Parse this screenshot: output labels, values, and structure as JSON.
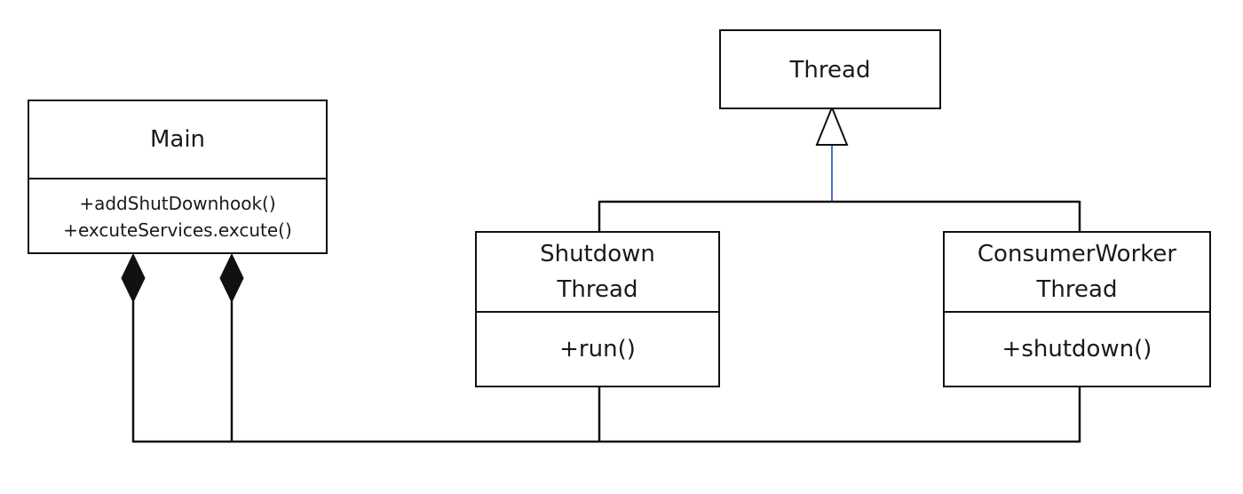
{
  "classes": {
    "thread": {
      "name": "Thread"
    },
    "main": {
      "name": "Main",
      "methods": [
        "+addShutDownhook()",
        "+excuteServices.excute()"
      ]
    },
    "shutdown_thread": {
      "name_lines": [
        "Shutdown",
        "Thread"
      ],
      "methods": [
        "+run()"
      ]
    },
    "consumer_worker_thread": {
      "name_lines": [
        "ConsumerWorker",
        "Thread"
      ],
      "methods": [
        "+shutdown()"
      ]
    }
  },
  "relationships": [
    {
      "type": "generalization",
      "from": "Shutdown Thread",
      "to": "Thread"
    },
    {
      "type": "generalization",
      "from": "ConsumerWorker Thread",
      "to": "Thread"
    },
    {
      "type": "composition",
      "whole": "Main",
      "part": "Shutdown Thread"
    },
    {
      "type": "composition",
      "whole": "Main",
      "part": "ConsumerWorker Thread"
    }
  ],
  "colors": {
    "line": "#111111",
    "generalization_line": "#4a6fc9",
    "background": "#ffffff"
  }
}
